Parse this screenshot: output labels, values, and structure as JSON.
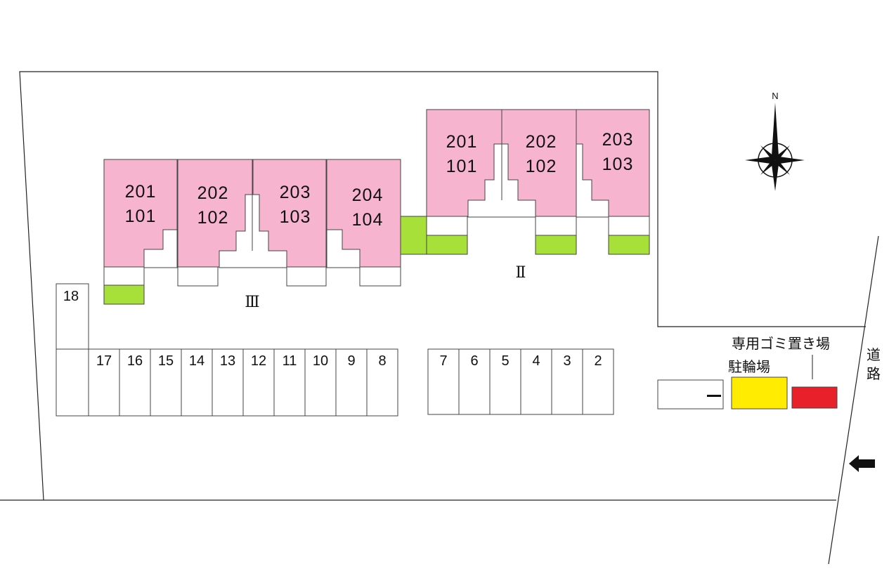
{
  "colors": {
    "unit_fill": "#f7b4cf",
    "green_space": "#a8e03a",
    "bicycle_parking": "#ffec00",
    "garbage_area": "#e8202a",
    "outline": "#333333"
  },
  "compass": {
    "north_label": "N",
    "icon": "compass-rose-icon"
  },
  "building_II": {
    "label": "Ⅱ",
    "units": [
      {
        "upper": "201",
        "lower": "101"
      },
      {
        "upper": "202",
        "lower": "102"
      },
      {
        "upper": "203",
        "lower": "103"
      }
    ]
  },
  "building_III": {
    "label": "Ⅲ",
    "units": [
      {
        "upper": "201",
        "lower": "101"
      },
      {
        "upper": "202",
        "lower": "102"
      },
      {
        "upper": "203",
        "lower": "103"
      },
      {
        "upper": "204",
        "lower": "104"
      }
    ]
  },
  "parking": {
    "corner_space": "18",
    "left_row": [
      "17",
      "16",
      "15",
      "14",
      "13",
      "12",
      "11",
      "10",
      "9",
      "8"
    ],
    "right_row": [
      "7",
      "6",
      "5",
      "4",
      "3",
      "2"
    ]
  },
  "legend": {
    "garbage_label": "専用ゴミ置き場",
    "bicycle_label": "駐輪場"
  },
  "road": {
    "label_line1": "道",
    "label_line2": "路",
    "entrance_icon": "arrow-left-icon"
  }
}
